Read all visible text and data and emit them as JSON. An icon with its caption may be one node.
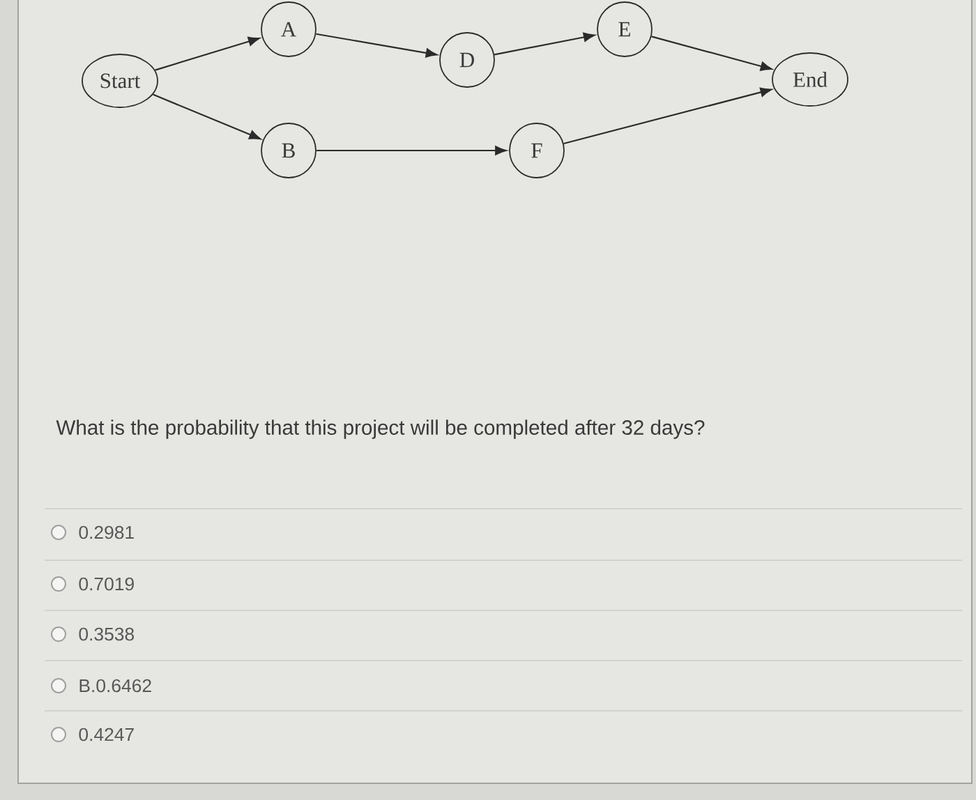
{
  "diagram": {
    "nodes": [
      {
        "text": [
          "Start"
        ]
      },
      {
        "text": [
          "A"
        ]
      },
      {
        "text": [
          "B"
        ]
      },
      {
        "text": [
          "D"
        ]
      },
      {
        "text": [
          "E"
        ]
      },
      {
        "text": [
          "F"
        ]
      },
      {
        "text": [
          "End"
        ]
      }
    ],
    "edges": [
      {
        "from": 0,
        "to": 1,
        "arrow": "to"
      },
      {
        "from": 0,
        "to": 2,
        "arrow": "to"
      },
      {
        "from": 1,
        "to": 3,
        "arrow": "to"
      },
      {
        "from": 3,
        "to": 4,
        "arrow": "to"
      },
      {
        "from": 4,
        "to": 6,
        "arrow": "to"
      },
      {
        "from": 2,
        "to": 5,
        "arrow": "to"
      },
      {
        "from": 5,
        "to": 6,
        "arrow": "to"
      }
    ],
    "labels": [
      "What is the probability that this project will be completed after 32 days?",
      "0.2981",
      "0.7019",
      "0.3538",
      "B.0.6462",
      "0.4247"
    ]
  }
}
